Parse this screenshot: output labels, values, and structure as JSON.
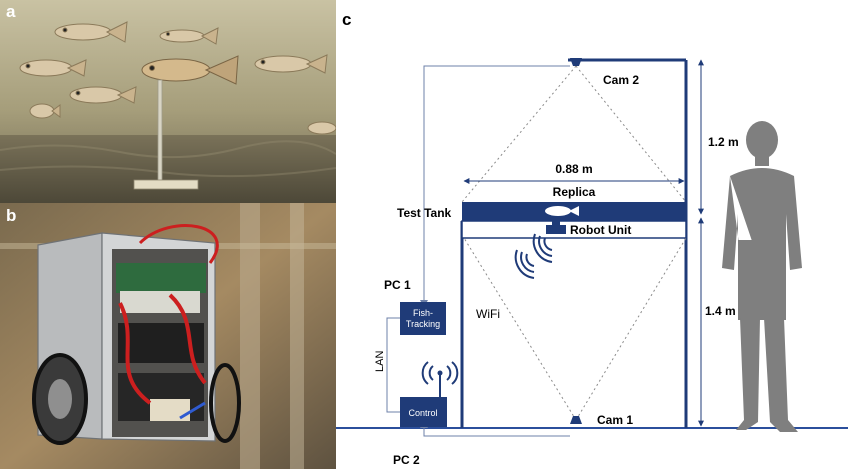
{
  "panels": {
    "a": {
      "letter": "a"
    },
    "b": {
      "letter": "b"
    },
    "c": {
      "letter": "c"
    }
  },
  "diagram": {
    "cam2": "Cam 2",
    "cam1": "Cam 1",
    "width_label": "0.88 m",
    "replica": "Replica",
    "test_tank": "Test Tank",
    "robot_unit": "Robot Unit",
    "height_top": "1.2 m",
    "height_bottom": "1.4 m",
    "pc1": "PC 1",
    "pc2": "PC 2",
    "fish_tracking_line1": "Fish-",
    "fish_tracking_line2": "Tracking",
    "control": "Control",
    "lan": "LAN",
    "wifi": "WiFi"
  },
  "colors": {
    "navy": "#1f3b78",
    "thin_line": "#6d80a8",
    "silhouette": "#7f7f7f",
    "floor": "#2b4f9c"
  }
}
